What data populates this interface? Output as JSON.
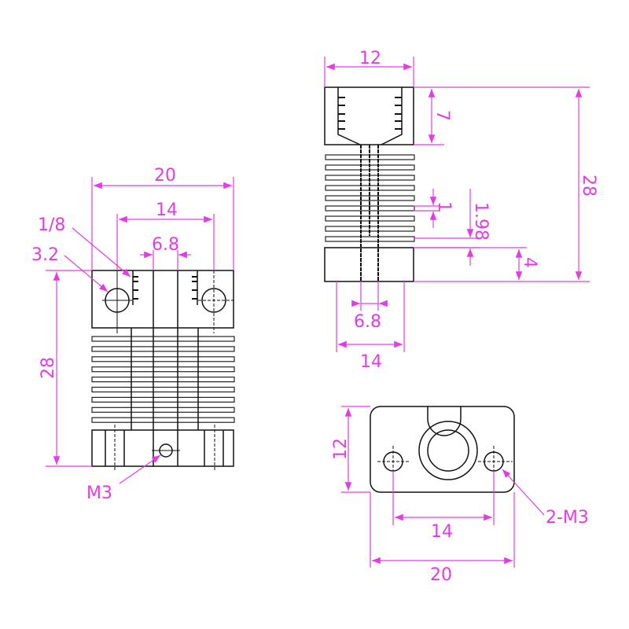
{
  "left_view": {
    "width_total": "20",
    "hole_spacing": "14",
    "bore": "6.8",
    "thread": "1/8",
    "hole_dia": "3.2",
    "height": "28",
    "screw": "M3"
  },
  "top_view": {
    "width": "12",
    "top_block_height": "7",
    "total_height": "28",
    "fin_thickness": "1",
    "fin_gap": "1.98",
    "base_height": "4",
    "bore": "6.8",
    "base_width": "14"
  },
  "bottom_view": {
    "height": "12",
    "hole_spacing": "14",
    "width": "20",
    "holes": "2-M3"
  },
  "colors": {
    "dimension": "#e43be4",
    "outline": "#111111"
  }
}
